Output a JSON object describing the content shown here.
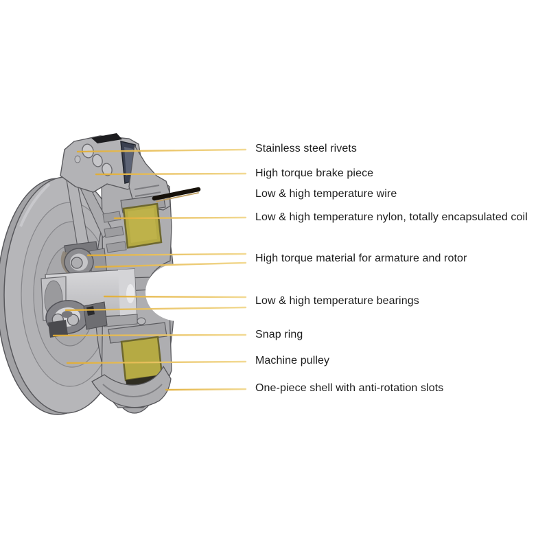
{
  "page": {
    "background": "#ffffff"
  },
  "diagram": {
    "name": "electric-clutch-cutaway",
    "accent_line_color": "#e6bc52",
    "coil_color": "#b5aa44",
    "metal_color": "#b1b1b4",
    "brake_piece_color": "#3a4050",
    "wire_color": "#16110a",
    "labels": [
      {
        "text": "Stainless steel rivets"
      },
      {
        "text": "High torque brake piece"
      },
      {
        "text": "Low & high temperature wire"
      },
      {
        "text": "Low & high temperature nylon, totally encapsulated coil"
      },
      {
        "text": "High torque material for armature and rotor"
      },
      {
        "text": "Low & high temperature bearings"
      },
      {
        "text": "Snap ring"
      },
      {
        "text": "Machine pulley"
      },
      {
        "text": "One-piece shell with anti-rotation slots"
      }
    ]
  }
}
